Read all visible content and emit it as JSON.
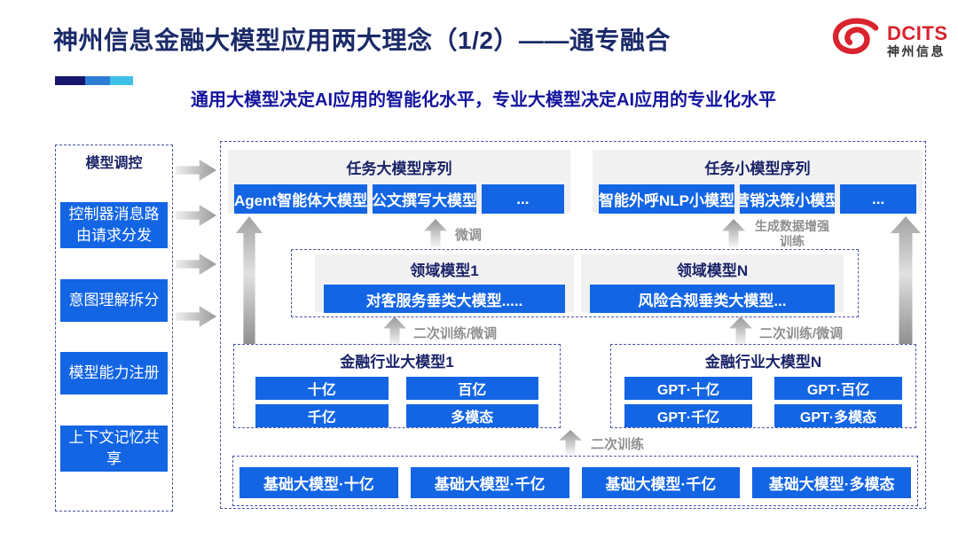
{
  "header": {
    "title": "神州信息金融大模型应用两大理念（1/2）——通专融合",
    "subtitle": "通用大模型决定AI应用的智能化水平，专业大模型决定AI应用的专业化水平",
    "logo": {
      "brand": "DCITS",
      "brand_cn": "神州信息"
    }
  },
  "sidebar": {
    "title": "模型调控",
    "items": [
      "控制器消息路由请求分发",
      "意图理解拆分",
      "模型能力注册",
      "上下文记忆共享"
    ]
  },
  "diagram": {
    "task_large": {
      "title": "任务大模型序列",
      "items": [
        "Agent智能体大模型",
        "公文撰写大模型",
        "..."
      ]
    },
    "task_small": {
      "title": "任务小模型序列",
      "items": [
        "智能外呼NLP小模型",
        "营销决策小模型",
        "..."
      ]
    },
    "domain_left": {
      "title": "领域模型1",
      "model": "对客服务垂类大模型....."
    },
    "domain_right": {
      "title": "领域模型N",
      "model": "风险合规垂类大模型..."
    },
    "industry_left": {
      "title": "金融行业大模型1",
      "items": [
        "十亿",
        "百亿",
        "千亿",
        "多模态"
      ]
    },
    "industry_right": {
      "title": "金融行业大模型N",
      "items": [
        "GPT·十亿",
        "GPT·百亿",
        "GPT·千亿",
        "GPT·多模态"
      ]
    },
    "base_models": [
      "基础大模型·十亿",
      "基础大模型·千亿",
      "基础大模型·千亿",
      "基础大模型·多模态"
    ],
    "labels": {
      "finetune": "微调",
      "gen_data_training": "生成数据增强训练",
      "secondary_finetune_left": "二次训练/微调",
      "secondary_finetune_right": "二次训练/微调",
      "secondary_training": "二次训练"
    }
  },
  "colors": {
    "button_blue": "#1365e4",
    "title_navy": "#1b2a68",
    "subtitle_blue": "#14149e",
    "logo_red": "#d9232e"
  }
}
